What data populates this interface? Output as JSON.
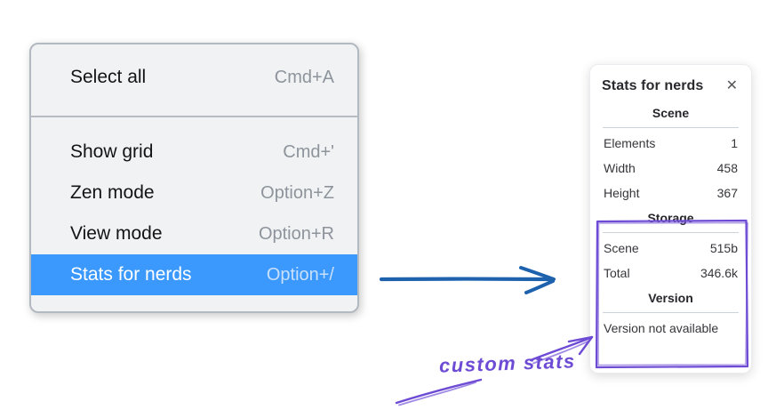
{
  "context_menu": {
    "items": [
      {
        "label": "Select all",
        "shortcut": "Cmd+A"
      },
      {
        "label": "Show grid",
        "shortcut": "Cmd+'"
      },
      {
        "label": "Zen mode",
        "shortcut": "Option+Z"
      },
      {
        "label": "View mode",
        "shortcut": "Option+R"
      },
      {
        "label": "Stats for nerds",
        "shortcut": "Option+/",
        "highlighted": true
      }
    ]
  },
  "stats_panel": {
    "title": "Stats for nerds",
    "sections": [
      {
        "heading": "Scene",
        "rows": [
          {
            "label": "Elements",
            "value": "1"
          },
          {
            "label": "Width",
            "value": "458"
          },
          {
            "label": "Height",
            "value": "367"
          }
        ]
      },
      {
        "heading": "Storage",
        "rows": [
          {
            "label": "Scene",
            "value": "515b"
          },
          {
            "label": "Total",
            "value": "346.6k"
          }
        ]
      },
      {
        "heading": "Version",
        "note": "Version not available"
      }
    ]
  },
  "annotation": {
    "label": "custom stats"
  },
  "icons": {
    "close_icon": "✕"
  },
  "colors": {
    "menu_highlight_blue": "#3b99fd",
    "arrow_blue": "#1e62ae",
    "annotation_purple": "#6d4bd4",
    "menu_background": "#f1f2f4",
    "menu_border": "#b3b9c0"
  }
}
